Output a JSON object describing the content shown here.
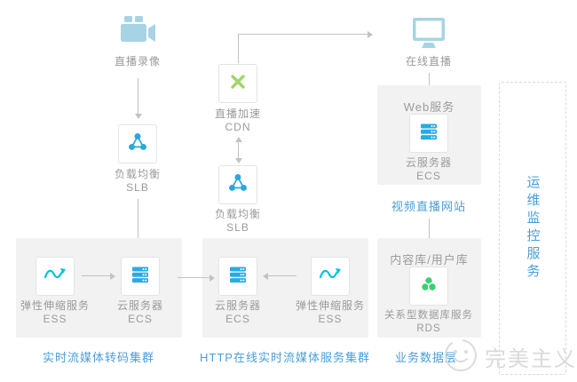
{
  "palette": {
    "accent_blue": "#4a9ed9",
    "icon_light_blue": "#a6d4e4",
    "icon_slb_blue": "#2aa7de",
    "icon_ecs_blue": "#29abe2",
    "icon_ess_cyan": "#00c1de",
    "icon_cdn_green": "#a3d469",
    "icon_rds_green": "#3ecf72",
    "label_gray": "#9b9b9b",
    "group_bg": "#f2f2f2",
    "arrow_gray": "#c2c2c2",
    "watermark_gray": "#dadada"
  },
  "nodes": {
    "live_record": {
      "label": "直播录像"
    },
    "online_live": {
      "label": "在线直播"
    },
    "cdn": {
      "line1": "直播加速",
      "line2": "CDN"
    },
    "slb1": {
      "line1": "负载均衡",
      "line2": "SLB"
    },
    "slb2": {
      "line1": "负载均衡",
      "line2": "SLB"
    }
  },
  "clusters": {
    "transcode": {
      "caption": "实时流媒体转码集群",
      "ess": {
        "line1": "弹性伸缩服务",
        "line2": "ESS"
      },
      "ecs": {
        "line1": "云服务器",
        "line2": "ECS"
      }
    },
    "http": {
      "caption": "HTTP在线实时流媒体服务集群",
      "ecs": {
        "line1": "云服务器",
        "line2": "ECS"
      },
      "ess": {
        "line1": "弹性伸缩服务",
        "line2": "ESS"
      }
    },
    "web": {
      "title": "Web服务",
      "ecs": {
        "line1": "云服务器",
        "line2": "ECS"
      },
      "caption": "视频直播网站"
    },
    "database": {
      "title": "内容库/用户库",
      "rds": {
        "line1": "关系型数据库服务",
        "line2": "RDS"
      },
      "caption": "业务数据层"
    }
  },
  "sidebar": {
    "label": "运维监控服务"
  },
  "watermark": {
    "text": "完美主义"
  }
}
